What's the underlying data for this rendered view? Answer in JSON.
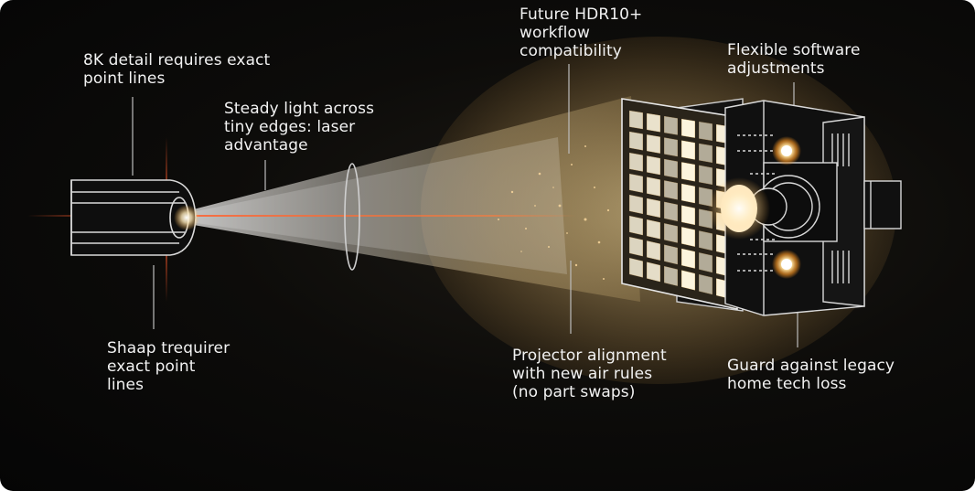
{
  "labels": {
    "detail_8k": "8K detail requires exact\npoint lines",
    "steady_light": "Steady light across\ntiny edges: laser\nadvantage",
    "sharp_requirement": "Shaap trequirer\nexact point\nlines",
    "hdr10": "Future HDR10+\nworkflow\ncompatibility",
    "flexible_software": "Flexible software\nadjustments",
    "projector_alignment": "Projector alignment\nwith new air rules\n(no part swaps)",
    "legacy_guard": "Guard against legacy\nhome tech loss"
  },
  "colors": {
    "background": "#050505",
    "text": "#f2f2f2",
    "beam_warm": "#fff4d6",
    "laser_red": "#ff5a2a",
    "panel_glow": "#fff7e0",
    "wireframe": "#d9d9d9"
  },
  "icons": {
    "emitter": "lens-emitter-icon",
    "lens": "convex-lens-icon",
    "panel": "led-grid-panel-icon",
    "projector": "projector-body-icon"
  }
}
